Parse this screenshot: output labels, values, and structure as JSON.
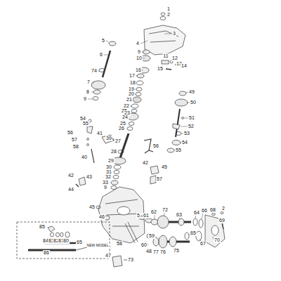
{
  "diagram": {
    "labels": [
      "1",
      "2",
      "3",
      "4",
      "5",
      "9",
      "10",
      "11",
      "12",
      "13",
      "14",
      "15",
      "16",
      "6",
      "74",
      "7",
      "8",
      "9",
      "17",
      "18",
      "19",
      "20",
      "21",
      "22",
      "25",
      "23",
      "24",
      "25",
      "26",
      "49",
      "50",
      "51",
      "52",
      "53",
      "54",
      "55",
      "54",
      "55",
      "56",
      "57",
      "58",
      "41",
      "39",
      "40",
      "27",
      "56",
      "28",
      "29",
      "30",
      "31",
      "32",
      "33",
      "9",
      "42",
      "43",
      "44",
      "42",
      "45",
      "57",
      "45",
      "46",
      "58",
      "5",
      "61",
      "62",
      "72",
      "63",
      "64",
      "66",
      "68",
      "2",
      "69",
      "70",
      "67",
      "65",
      "59",
      "60",
      "48",
      "77",
      "76",
      "75",
      "85",
      "84",
      "83",
      "82",
      "81",
      "80",
      "65",
      "86",
      "NEW MODEL",
      "47",
      "73"
    ]
  }
}
